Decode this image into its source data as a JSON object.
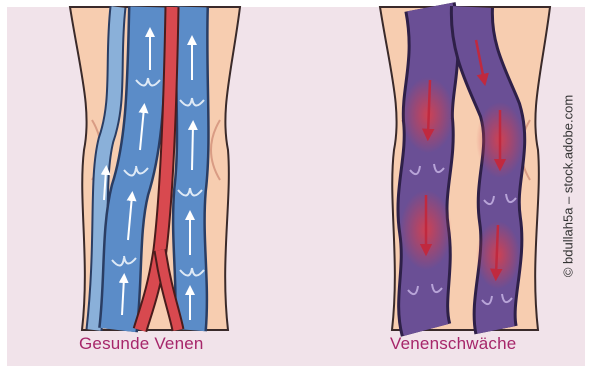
{
  "captions": {
    "healthy": "Gesunde Venen",
    "insufficiency": "Venenschwäche"
  },
  "credit": "© bdullah5a – stock.adobe.com",
  "colors": {
    "background": "#f1e3ea",
    "skin": "#f7cdb0",
    "vein_healthy": "#5b8cc8",
    "artery": "#d8494f",
    "vein_diseased": "#6a4f95",
    "reflux": "#c63b50",
    "caption": "#a6266a"
  },
  "icons": {
    "healthy_flow": "arrow-up",
    "reflux_flow": "arrow-down"
  }
}
